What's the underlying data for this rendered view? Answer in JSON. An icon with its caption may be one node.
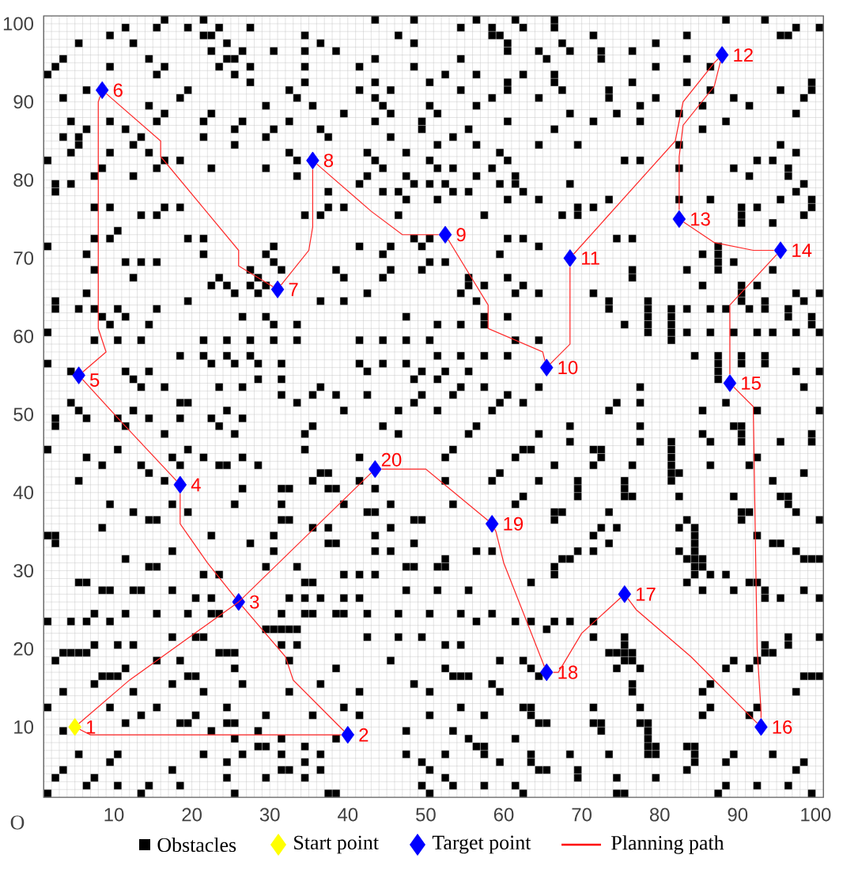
{
  "diagram": {
    "nodes": [
      {
        "text": [],
        "shape": "diamond",
        "beside": [
          "1"
        ]
      },
      {
        "text": [],
        "shape": "diamond",
        "beside": [
          "2"
        ]
      },
      {
        "text": [],
        "shape": "diamond",
        "beside": [
          "3"
        ]
      },
      {
        "text": [],
        "shape": "diamond",
        "beside": [
          "4"
        ]
      },
      {
        "text": [],
        "shape": "diamond",
        "beside": [
          "5"
        ]
      },
      {
        "text": [],
        "shape": "diamond",
        "beside": [
          "6"
        ]
      },
      {
        "text": [],
        "shape": "diamond",
        "beside": [
          "7"
        ]
      },
      {
        "text": [],
        "shape": "diamond",
        "beside": [
          "8"
        ]
      },
      {
        "text": [],
        "shape": "diamond",
        "beside": [
          "9"
        ]
      },
      {
        "text": [],
        "shape": "diamond",
        "beside": [
          "10"
        ]
      },
      {
        "text": [],
        "shape": "diamond",
        "beside": [
          "11"
        ]
      },
      {
        "text": [],
        "shape": "diamond",
        "beside": [
          "12"
        ]
      },
      {
        "text": [],
        "shape": "diamond",
        "beside": [
          "13"
        ]
      },
      {
        "text": [],
        "shape": "diamond",
        "beside": [
          "14"
        ]
      },
      {
        "text": [],
        "shape": "diamond",
        "beside": [
          "15"
        ]
      },
      {
        "text": [],
        "shape": "diamond",
        "beside": [
          "16"
        ]
      },
      {
        "text": [],
        "shape": "diamond",
        "beside": [
          "17"
        ]
      },
      {
        "text": [],
        "shape": "diamond",
        "beside": [
          "18"
        ]
      },
      {
        "text": [],
        "shape": "diamond",
        "beside": [
          "19"
        ]
      },
      {
        "text": [],
        "shape": "diamond",
        "beside": [
          "20"
        ]
      }
    ],
    "edges": [
      {
        "from": 0,
        "to": 1,
        "arrow": "none"
      },
      {
        "from": 1,
        "to": 2,
        "arrow": "none"
      },
      {
        "from": 2,
        "to": 3,
        "arrow": "none"
      },
      {
        "from": 3,
        "to": 4,
        "arrow": "none"
      },
      {
        "from": 4,
        "to": 5,
        "arrow": "none"
      },
      {
        "from": 5,
        "to": 6,
        "arrow": "none"
      },
      {
        "from": 6,
        "to": 7,
        "arrow": "none"
      },
      {
        "from": 7,
        "to": 8,
        "arrow": "none"
      },
      {
        "from": 8,
        "to": 9,
        "arrow": "none"
      },
      {
        "from": 9,
        "to": 10,
        "arrow": "none"
      },
      {
        "from": 10,
        "to": 11,
        "arrow": "none"
      },
      {
        "from": 11,
        "to": 12,
        "arrow": "none"
      },
      {
        "from": 12,
        "to": 13,
        "arrow": "none"
      },
      {
        "from": 13,
        "to": 14,
        "arrow": "none"
      },
      {
        "from": 14,
        "to": 15,
        "arrow": "none"
      },
      {
        "from": 15,
        "to": 16,
        "arrow": "none"
      },
      {
        "from": 16,
        "to": 17,
        "arrow": "none"
      },
      {
        "from": 17,
        "to": 18,
        "arrow": "none"
      },
      {
        "from": 18,
        "to": 19,
        "arrow": "none"
      },
      {
        "from": 19,
        "to": 0,
        "arrow": "none"
      }
    ],
    "labels": [
      "O",
      "10",
      "20",
      "30",
      "40",
      "50",
      "60",
      "70",
      "80",
      "90",
      "100",
      "100",
      "90",
      "80",
      "70",
      "60",
      "50",
      "40",
      "30",
      "20",
      "10"
    ],
    "legend": [
      {
        "text": "Obstacles",
        "color": "#000000"
      },
      {
        "text": "Start point",
        "color": "#ffff00"
      },
      {
        "text": "Target point",
        "color": "#0000ff"
      },
      {
        "text": "Planning path",
        "color": "#ff0000"
      }
    ]
  }
}
